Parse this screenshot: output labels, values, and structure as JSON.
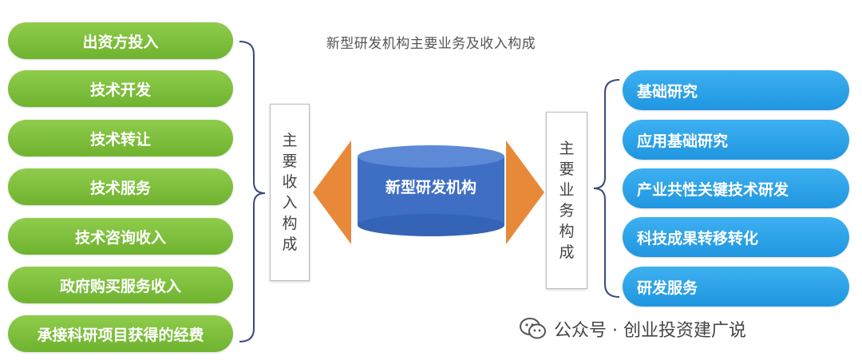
{
  "title": "新型研发机构主要业务及收入构成",
  "center": "新型研发机构",
  "left_box": [
    "主",
    "要",
    "收",
    "入",
    "构",
    "成"
  ],
  "right_box": [
    "主",
    "要",
    "业",
    "务",
    "构",
    "成"
  ],
  "income_items": [
    "出资方投入",
    "技术开发",
    "技术转让",
    "技术服务",
    "技术咨询收入",
    "政府购买服务收入",
    "承接科研项目获得的经费"
  ],
  "business_items": [
    "基础研究",
    "应用基础研究",
    "产业共性关键技术研发",
    "科技成果转移转化",
    "研发服务"
  ],
  "watermark": "公众号 · 创业投资建广说",
  "colors": {
    "green": "#7bbd3a",
    "blue": "#2aa3ea",
    "orange": "#e8893a",
    "cylinder": "#3f6fc4"
  }
}
